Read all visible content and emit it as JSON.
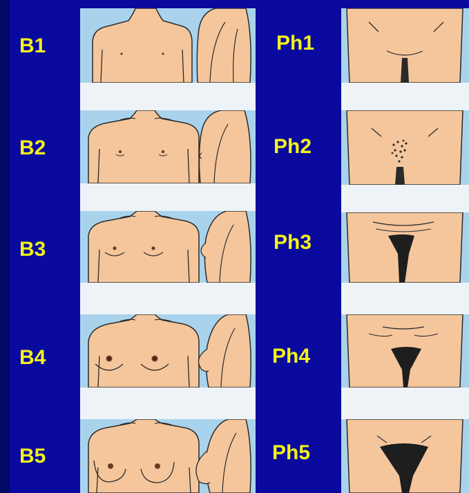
{
  "breast_stages": [
    {
      "label": "B1"
    },
    {
      "label": "B2"
    },
    {
      "label": "B3"
    },
    {
      "label": "B4"
    },
    {
      "label": "B5"
    }
  ],
  "pubic_stages": [
    {
      "label": "Ph1"
    },
    {
      "label": "Ph2"
    },
    {
      "label": "Ph3"
    },
    {
      "label": "Ph4"
    },
    {
      "label": "Ph5"
    }
  ],
  "colors": {
    "background": "#0a0a9e",
    "label": "#f2f21a",
    "skin": "#f5c69c",
    "panel_sky": "#a9d3ec",
    "separator": "#eef3f8",
    "outline": "#2a2a2a",
    "hair": "#222222"
  }
}
